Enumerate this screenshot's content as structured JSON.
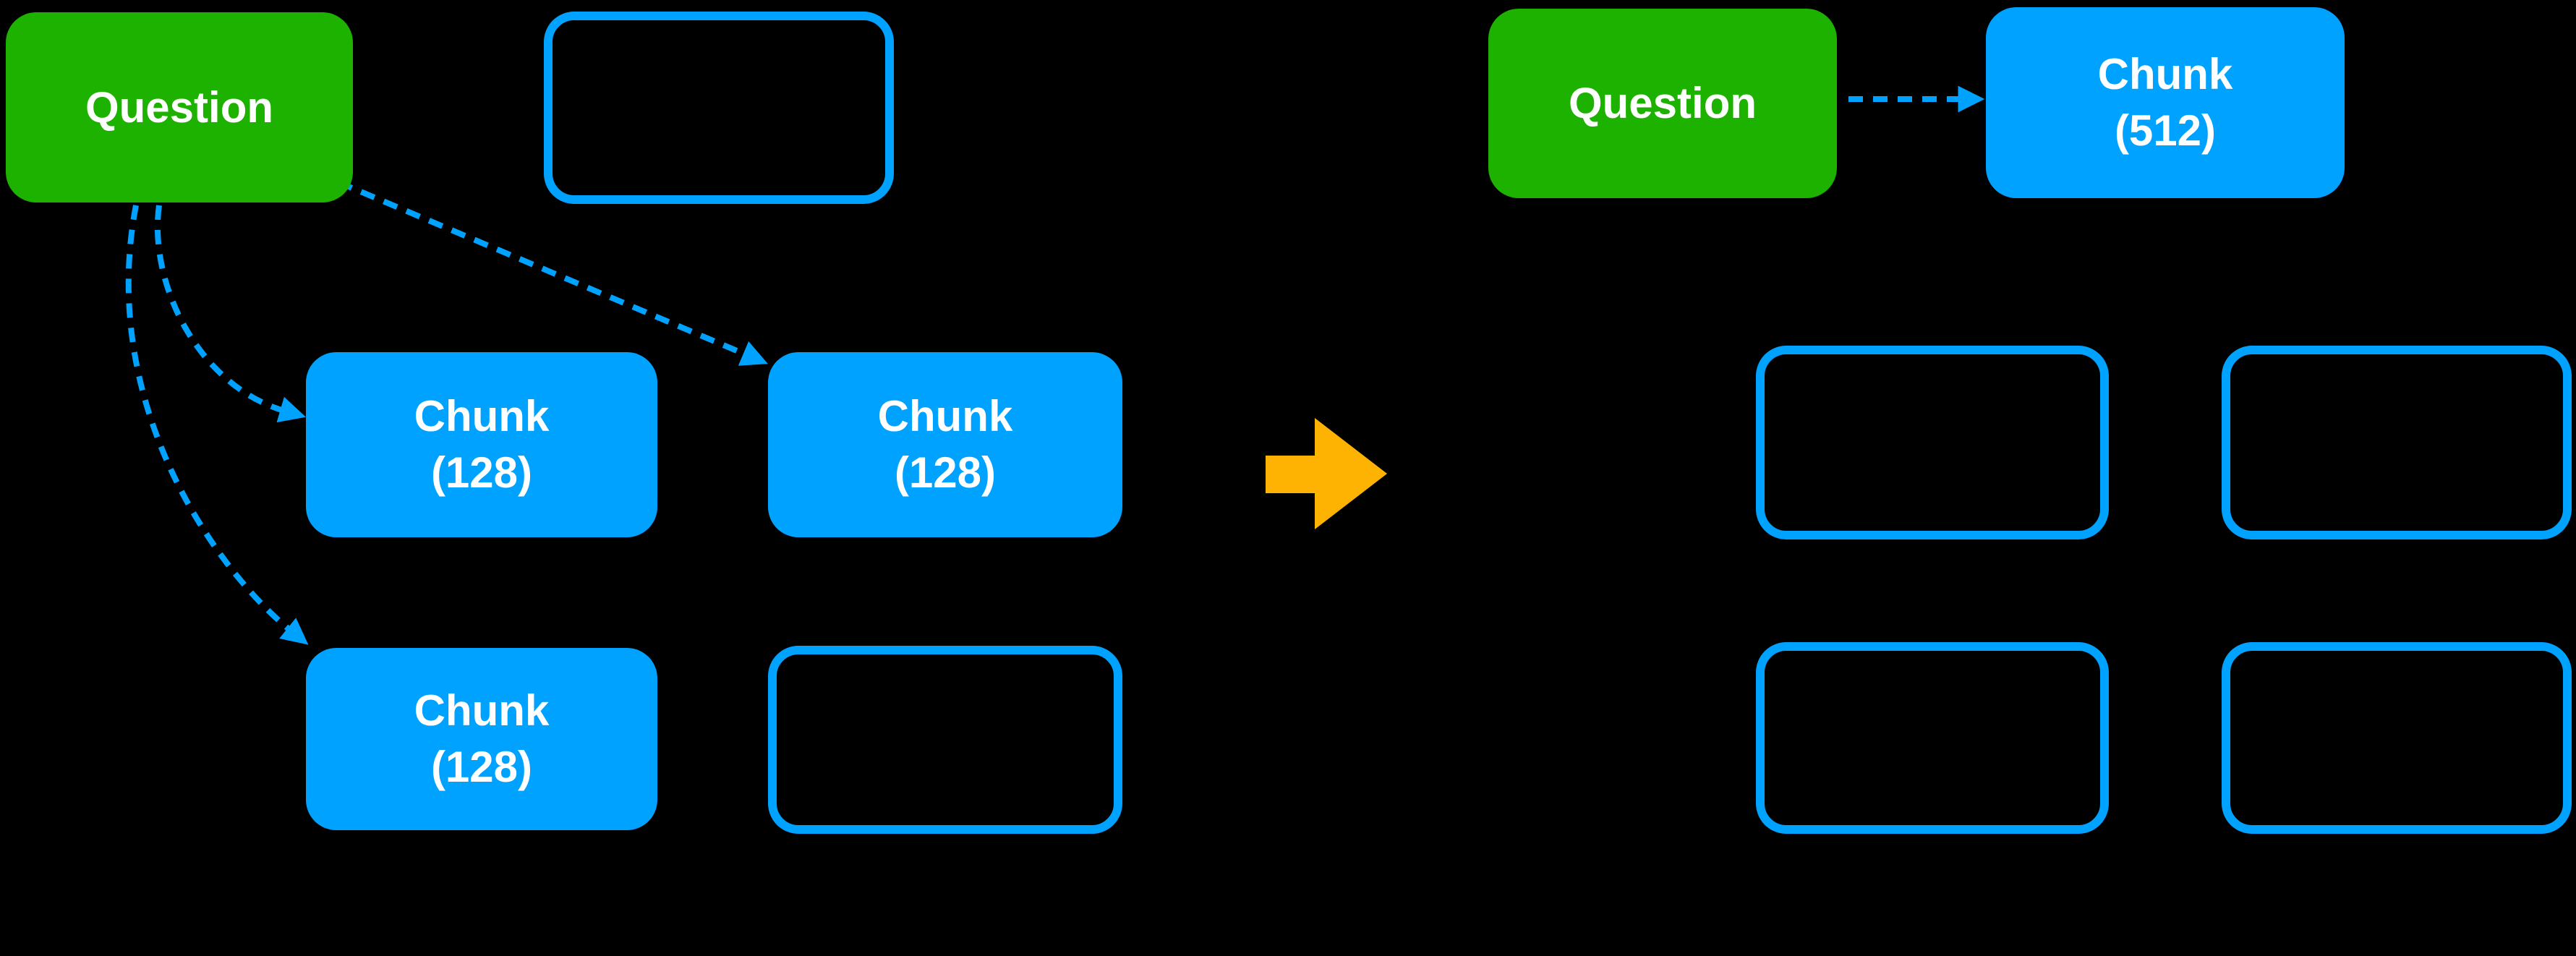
{
  "diagram_title": "chunk-size-comparison",
  "colors": {
    "background": "#000000",
    "green": "#1db100",
    "blue": "#00a2ff",
    "amber": "#feb302",
    "text": "#ffffff"
  },
  "nodes": {
    "left_question": {
      "label": "Question"
    },
    "left_chunk1": {
      "title": "Chunk",
      "size": "(128)"
    },
    "left_chunk2": {
      "title": "Chunk",
      "size": "(128)"
    },
    "left_chunk3": {
      "title": "Chunk",
      "size": "(128)"
    },
    "right_question": {
      "label": "Question"
    },
    "right_chunk": {
      "title": "Chunk",
      "size": "(512)"
    }
  },
  "icons": {
    "transform_arrow": "right-arrow",
    "retrieval_arrows": "dashed-arrow"
  }
}
